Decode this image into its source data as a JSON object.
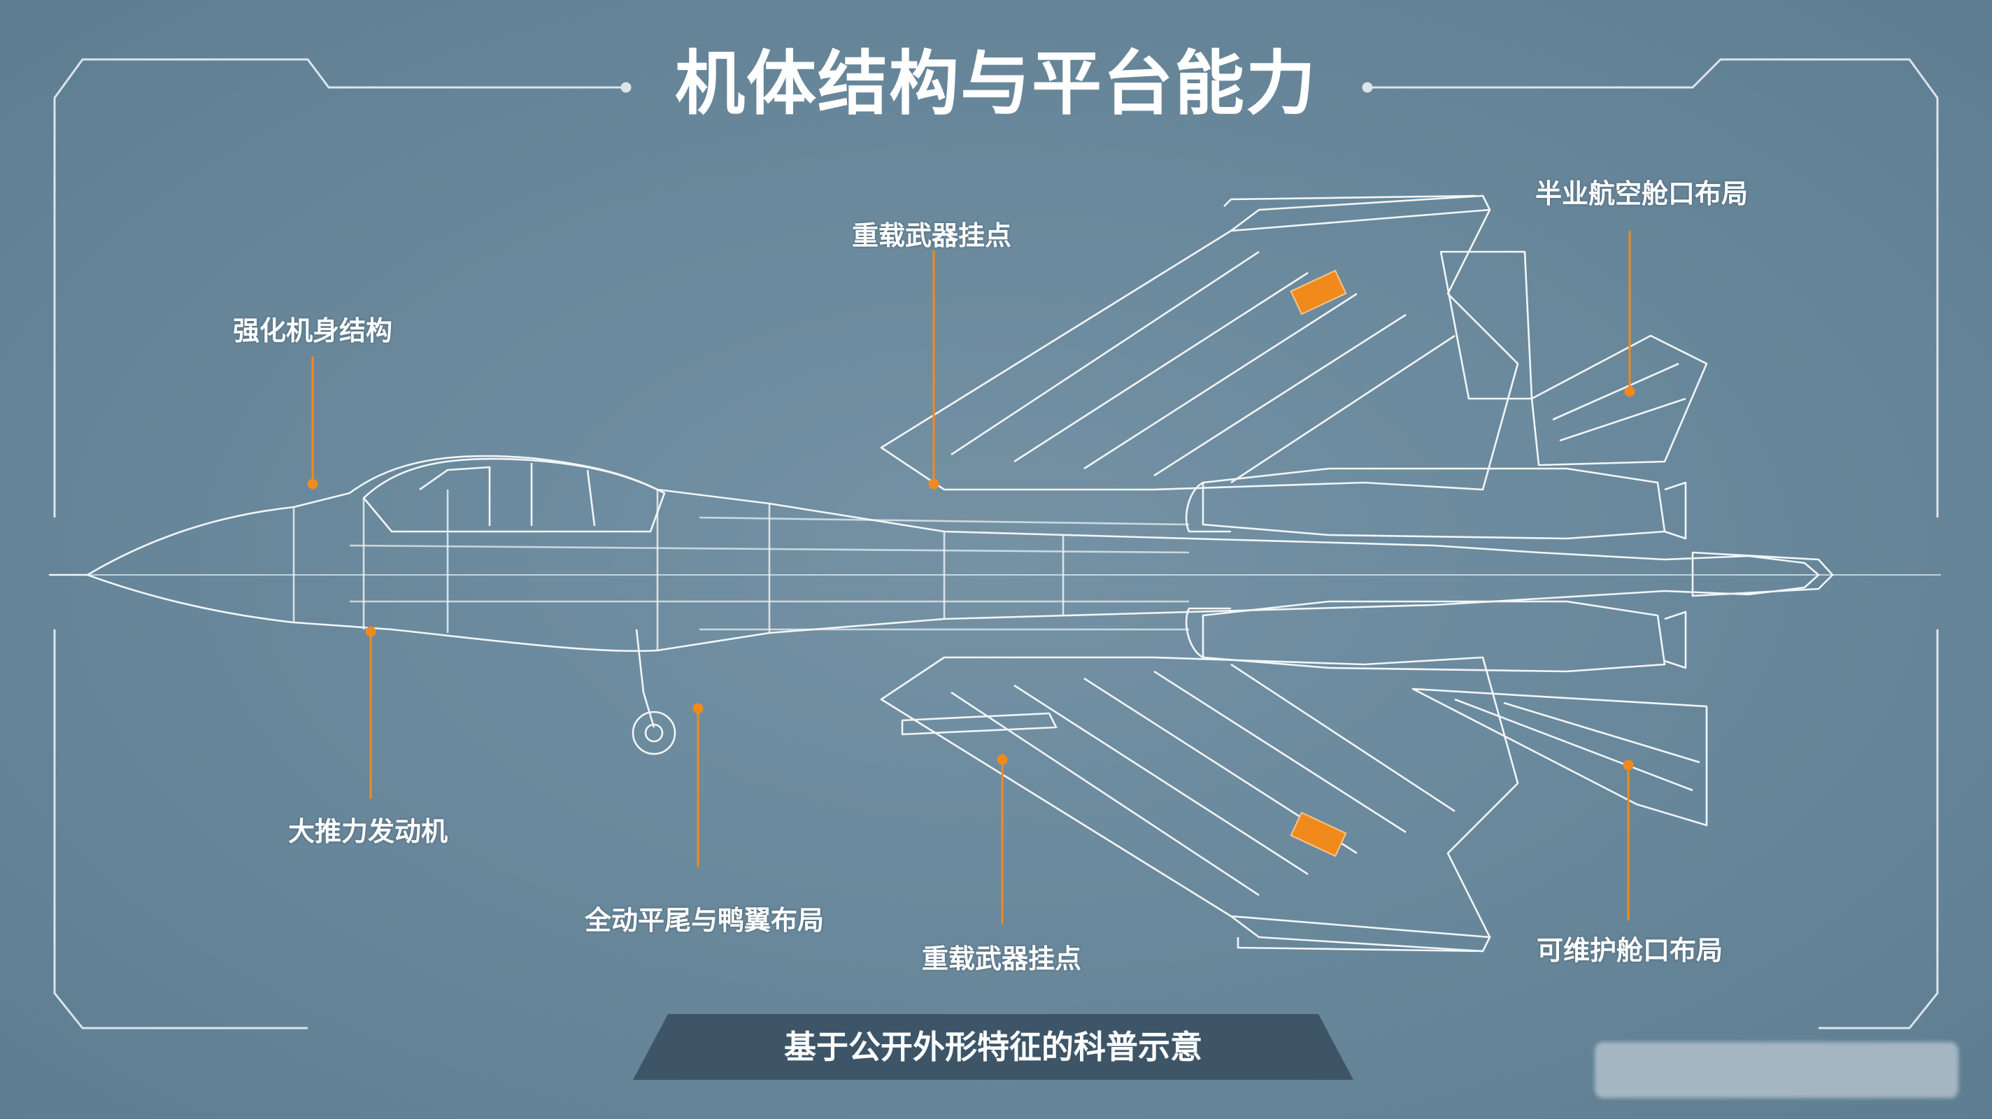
{
  "title": "机体结构与平台能力",
  "labels": {
    "structure": "强化机身结构",
    "hardpoint_top": "重载武器挂点",
    "bay_top": "半业航空舱口布局",
    "engine": "大推力发动机",
    "canard": "全动平尾与鸭翼布局",
    "hardpoint_bottom": "重载武器挂点",
    "bay_bottom": "可维护舱口布局"
  },
  "footer": "基于公开外形特征的科普示意",
  "colors": {
    "background": "#6b899c",
    "line": "#ffffff",
    "accent": "#f08a1c",
    "banner": "#3d5567"
  }
}
